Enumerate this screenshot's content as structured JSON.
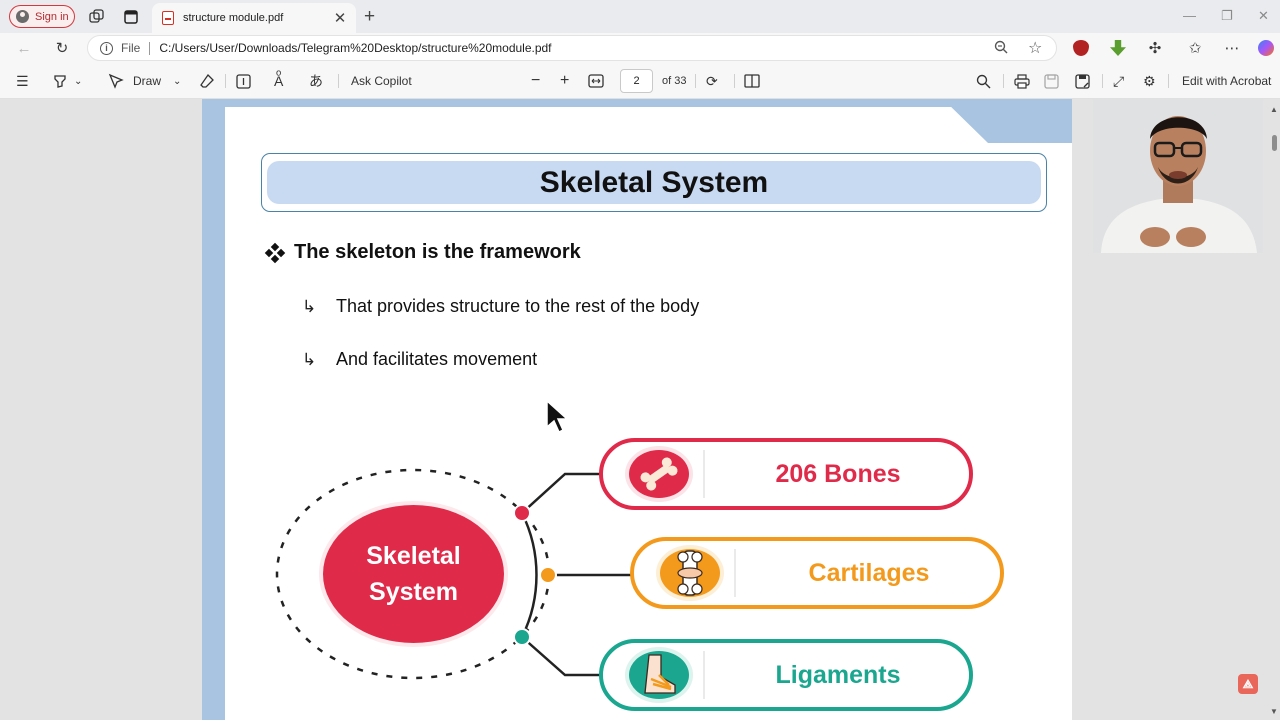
{
  "browser": {
    "signin_label": "Sign in",
    "tab_title": "structure module.pdf",
    "address": {
      "scheme_label": "File",
      "url": "C:/Users/User/Downloads/Telegram%20Desktop/structure%20module.pdf"
    }
  },
  "pdf_toolbar": {
    "draw_label": "Draw",
    "copilot_label": "Ask Copilot",
    "current_page": "2",
    "page_total_label": "of 33",
    "edit_label": "Edit with Acrobat"
  },
  "slide": {
    "title": "Skeletal System",
    "bullet": "The skeleton is the framework",
    "sub_points": [
      "That provides structure to the rest of the body",
      "And facilitates movement"
    ],
    "diagram": {
      "center_line1": "Skeletal",
      "center_line2": "System",
      "items": [
        {
          "label": "206 Bones",
          "color": "#e02a4a",
          "icon": "bone-icon"
        },
        {
          "label": "Cartilages",
          "color": "#f39a1d",
          "icon": "joint-icon"
        },
        {
          "label": "Ligaments",
          "color": "#1aa68f",
          "icon": "ligament-foot-icon"
        }
      ]
    }
  },
  "colors": {
    "page_frame": "#a8c4e1",
    "title_fill": "#c8daf2",
    "accent_red": "#e02a4a",
    "accent_orange": "#f39a1d",
    "accent_teal": "#1aa68f"
  }
}
